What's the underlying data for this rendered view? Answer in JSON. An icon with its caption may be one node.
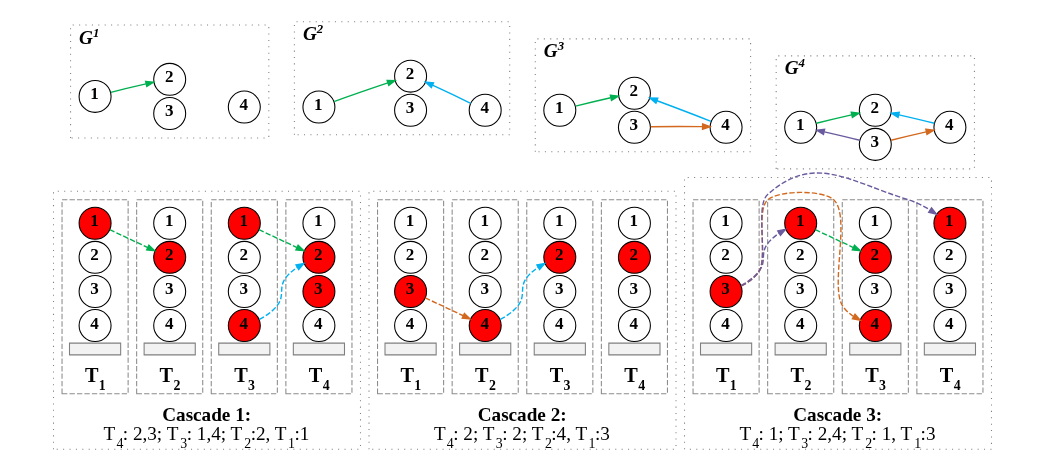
{
  "diagram": {
    "nodes": [
      {
        "text": [
          "G$^{1}$"
        ]
      },
      {
        "text": [
          "1"
        ],
        "in": 0
      },
      {
        "text": [
          "2"
        ],
        "in": 0
      },
      {
        "text": [
          "3"
        ],
        "in": 0
      },
      {
        "text": [
          "4"
        ],
        "in": 0
      },
      {
        "text": [
          "G$^{2}$"
        ]
      },
      {
        "text": [
          "1"
        ],
        "in": 5
      },
      {
        "text": [
          "2"
        ],
        "in": 5
      },
      {
        "text": [
          "3"
        ],
        "in": 5
      },
      {
        "text": [
          "4"
        ],
        "in": 5
      },
      {
        "text": [
          "G$^{3}$"
        ]
      },
      {
        "text": [
          "1"
        ],
        "in": 10
      },
      {
        "text": [
          "2"
        ],
        "in": 10
      },
      {
        "text": [
          "3"
        ],
        "in": 10
      },
      {
        "text": [
          "4"
        ],
        "in": 10
      },
      {
        "text": [
          "G$^{4}$"
        ]
      },
      {
        "text": [
          "1"
        ],
        "in": 15
      },
      {
        "text": [
          "2"
        ],
        "in": 15
      },
      {
        "text": [
          "3"
        ],
        "in": 15
      },
      {
        "text": [
          "4"
        ],
        "in": 15
      },
      {
        "text": [
          "Cascade 1:",
          "T$_{4}$: 2,3; T$_{3}$: 1,4; T$_{2}$:2, T$_{1}$:1"
        ]
      },
      {
        "text": [
          "T$_{1}$"
        ],
        "in": 20
      },
      {
        "text": [
          "1"
        ],
        "in": 21
      },
      {
        "text": [
          "2"
        ],
        "in": 21
      },
      {
        "text": [
          "3"
        ],
        "in": 21
      },
      {
        "text": [
          "4"
        ],
        "in": 21
      },
      {
        "text": [
          "T$_{2}$"
        ],
        "in": 20
      },
      {
        "text": [
          "1"
        ],
        "in": 26
      },
      {
        "text": [
          "2"
        ],
        "in": 26
      },
      {
        "text": [
          "3"
        ],
        "in": 26
      },
      {
        "text": [
          "4"
        ],
        "in": 26
      },
      {
        "text": [
          "T$_{3}$"
        ],
        "in": 20
      },
      {
        "text": [
          "1"
        ],
        "in": 31
      },
      {
        "text": [
          "2"
        ],
        "in": 31
      },
      {
        "text": [
          "3"
        ],
        "in": 31
      },
      {
        "text": [
          "4"
        ],
        "in": 31
      },
      {
        "text": [
          "T$_{4}$"
        ],
        "in": 20
      },
      {
        "text": [
          "1"
        ],
        "in": 36
      },
      {
        "text": [
          "2"
        ],
        "in": 36
      },
      {
        "text": [
          "3"
        ],
        "in": 36
      },
      {
        "text": [
          "4"
        ],
        "in": 36
      },
      {
        "text": [
          "Cascade 2:",
          "T$_{4}$: 2; T$_{3}$: 2; T$_{2}$:4, T$_{1}$:3"
        ]
      },
      {
        "text": [
          "T$_{1}$"
        ],
        "in": 41
      },
      {
        "text": [
          "1"
        ],
        "in": 42
      },
      {
        "text": [
          "2"
        ],
        "in": 42
      },
      {
        "text": [
          "3"
        ],
        "in": 42
      },
      {
        "text": [
          "4"
        ],
        "in": 42
      },
      {
        "text": [
          "T$_{2}$"
        ],
        "in": 41
      },
      {
        "text": [
          "1"
        ],
        "in": 47
      },
      {
        "text": [
          "2"
        ],
        "in": 47
      },
      {
        "text": [
          "3"
        ],
        "in": 47
      },
      {
        "text": [
          "4"
        ],
        "in": 47
      },
      {
        "text": [
          "T$_{3}$"
        ],
        "in": 41
      },
      {
        "text": [
          "1"
        ],
        "in": 52
      },
      {
        "text": [
          "2"
        ],
        "in": 52
      },
      {
        "text": [
          "3"
        ],
        "in": 52
      },
      {
        "text": [
          "4"
        ],
        "in": 52
      },
      {
        "text": [
          "T$_{4}$"
        ],
        "in": 41
      },
      {
        "text": [
          "1"
        ],
        "in": 57
      },
      {
        "text": [
          "2"
        ],
        "in": 57
      },
      {
        "text": [
          "3"
        ],
        "in": 57
      },
      {
        "text": [
          "4"
        ],
        "in": 57
      },
      {
        "text": [
          "Cascade 3:",
          "T$_{4}$: 1; T$_{3}$: 2,4; T$_{2}$: 1, T$_{1}$:3"
        ]
      },
      {
        "text": [
          "T$_{1}$"
        ],
        "in": 62
      },
      {
        "text": [
          "1"
        ],
        "in": 63
      },
      {
        "text": [
          "2"
        ],
        "in": 63
      },
      {
        "text": [
          "3"
        ],
        "in": 63
      },
      {
        "text": [
          "4"
        ],
        "in": 63
      },
      {
        "text": [
          "T$_{2}$"
        ],
        "in": 62
      },
      {
        "text": [
          "1"
        ],
        "in": 68
      },
      {
        "text": [
          "2"
        ],
        "in": 68
      },
      {
        "text": [
          "3"
        ],
        "in": 68
      },
      {
        "text": [
          "4"
        ],
        "in": 68
      },
      {
        "text": [
          "T$_{3}$"
        ],
        "in": 62
      },
      {
        "text": [
          "1"
        ],
        "in": 73
      },
      {
        "text": [
          "2"
        ],
        "in": 73
      },
      {
        "text": [
          "3"
        ],
        "in": 73
      },
      {
        "text": [
          "4"
        ],
        "in": 73
      },
      {
        "text": [
          "T$_{4}$"
        ],
        "in": 62
      },
      {
        "text": [
          "1"
        ],
        "in": 78
      },
      {
        "text": [
          "2"
        ],
        "in": 78
      },
      {
        "text": [
          "3"
        ],
        "in": 78
      },
      {
        "text": [
          "4"
        ],
        "in": 78
      }
    ],
    "edges": [
      {
        "from": 1,
        "to": 2,
        "arrow": "to",
        "color": "#00b050"
      },
      {
        "from": 6,
        "to": 7,
        "arrow": "to",
        "color": "#00b050"
      },
      {
        "from": 9,
        "to": 7,
        "arrow": "to",
        "color": "#00b0f0"
      },
      {
        "from": 11,
        "to": 12,
        "arrow": "to",
        "color": "#00b050"
      },
      {
        "from": 14,
        "to": 12,
        "arrow": "to",
        "color": "#00b0f0"
      },
      {
        "from": 13,
        "to": 14,
        "arrow": "to",
        "color": "#d2691e"
      },
      {
        "from": 16,
        "to": 17,
        "arrow": "to",
        "color": "#00b050"
      },
      {
        "from": 19,
        "to": 17,
        "arrow": "to",
        "color": "#00b0f0"
      },
      {
        "from": 18,
        "to": 16,
        "arrow": "to",
        "color": "#6a5a9e"
      },
      {
        "from": 18,
        "to": 19,
        "arrow": "to",
        "color": "#d2691e"
      },
      {
        "from": 22,
        "to": 28,
        "arrow": "to",
        "style": "dashed",
        "color": "#00b050"
      },
      {
        "from": 32,
        "to": 38,
        "arrow": "to",
        "style": "dashed",
        "color": "#00b050"
      },
      {
        "from": 35,
        "to": 38,
        "arrow": "to",
        "style": "dashed",
        "color": "#00b0f0"
      },
      {
        "from": 45,
        "to": 51,
        "arrow": "to",
        "style": "dashed",
        "color": "#d2691e"
      },
      {
        "from": 51,
        "to": 54,
        "arrow": "to",
        "style": "dashed",
        "color": "#00b0f0"
      },
      {
        "from": 66,
        "to": 69,
        "arrow": "to",
        "style": "dashed",
        "color": "#6a5a9e"
      },
      {
        "from": 66,
        "to": 79,
        "arrow": "to",
        "style": "dashed",
        "color": "#6a5a9e"
      },
      {
        "from": 69,
        "to": 75,
        "arrow": "to",
        "style": "dashed",
        "color": "#00b050"
      },
      {
        "from": 66,
        "to": 77,
        "arrow": "to",
        "style": "dashed",
        "color": "#d2691e"
      }
    ]
  }
}
